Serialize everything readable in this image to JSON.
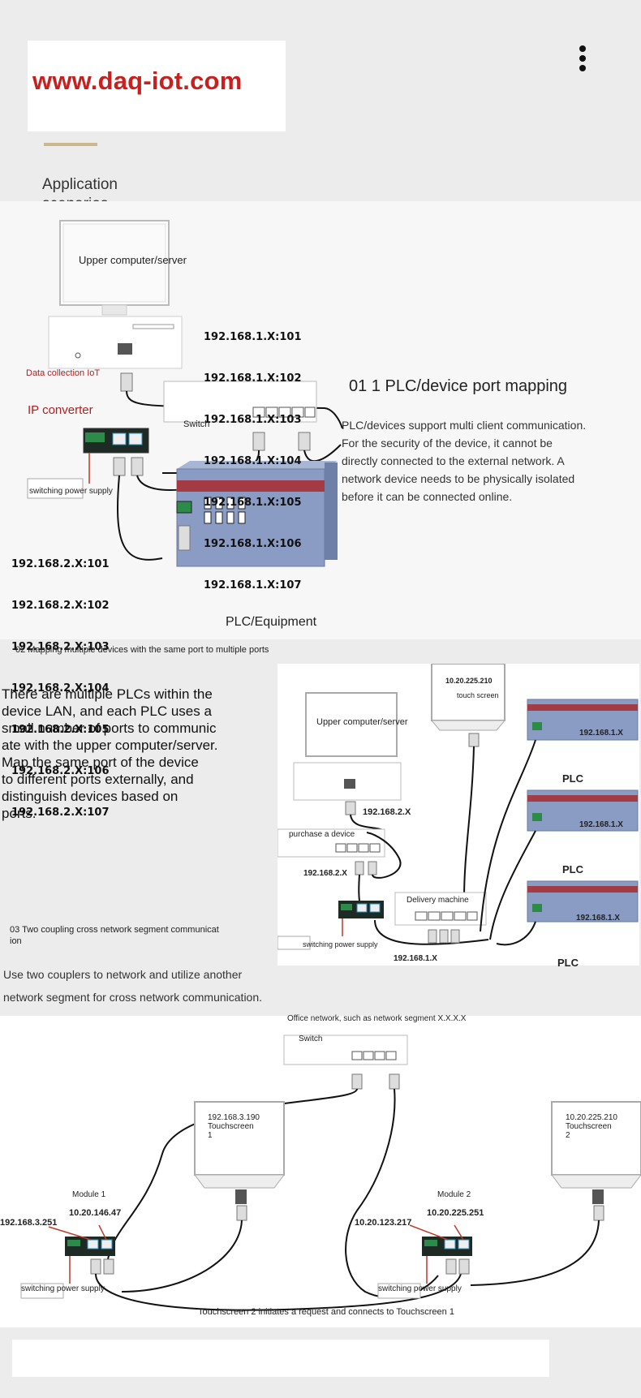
{
  "header": {
    "logo_text": "www.daq-iot.com",
    "menu_icon": "more-vert-icon",
    "section_title_line1": "Application",
    "section_title_line2": "scenarios"
  },
  "scene1": {
    "upper_computer": "Upper computer/server",
    "data_collection": "Data collection IoT",
    "ip_converter": "IP converter",
    "switch": "Switch",
    "power_supply": "switching power supply",
    "plc_equipment": "PLC/Equipment",
    "ports_top": [
      "192.168.1.X:101",
      "192.168.1.X:102",
      "192.168.1.X:103",
      "192.168.1.X:104",
      "192.168.1.X:105",
      "192.168.1.X:106",
      "192.168.1.X:107"
    ],
    "ports_bottom": [
      "192.168.2.X:101",
      "192.168.2.X:102",
      "192.168.2.X:103",
      "192.168.2.X:104",
      "192.168.2.X:105",
      "192.168.2.X:106",
      "192.168.2.X:107"
    ],
    "heading": "01 1 PLC/device port mapping",
    "description": [
      "PLC/devices support multi client communication.",
      "For the security of the device, it cannot be",
      "directly connected to the external network. A",
      "network device needs to be physically isolated",
      "before it can be connected online."
    ]
  },
  "scene2": {
    "heading": "02 Mapping multiple devices with the same port to multiple ports",
    "description": [
      "There are multiple PLCs within the",
      "device LAN, and each PLC uses a",
      "small number of ports to communic",
      "ate with the upper computer/server.",
      "  Map the same port of the device",
      "to different ports externally, and",
      "distinguish devices based on",
      "ports."
    ],
    "touch_ip": "10.20.225.210",
    "touch_screen": "touch screen",
    "upper_computer": "Upper computer/server",
    "ip_2x": "192.168.2.X",
    "purchase": "purchase a device",
    "ip_2x_b": "192.168.2.X",
    "delivery": "Delivery machine",
    "power_supply": "switching power supply",
    "ip_1x": "192.168.1.X",
    "plc_ip": "192.168.1.X",
    "plc_label": "PLC"
  },
  "scene3": {
    "heading_line1": "03 Two coupling cross network segment communicat",
    "heading_line2": "ion",
    "description": [
      "Use two couplers to network and utilize another",
      "network segment for cross network communication."
    ],
    "office": "Office network, such as network segment X.X.X.X",
    "switch": "Switch",
    "ts1_ip": "192.168.3.190",
    "ts1_name": "Touchscreen",
    "ts1_num": "1",
    "ts2_ip": "10.20.225.210",
    "ts2_name": "Touchscreen",
    "ts2_num": "2",
    "module1": "Module 1",
    "module2": "Module 2",
    "m1_left_ip": "192.168.3.251",
    "m1_right_ip": "10.20.146.47",
    "m2_left_ip": "10.20.123.217",
    "m2_right_ip": "10.20.225.251",
    "power_supply": "switching power supply",
    "caption": "Touchscreen 2 initiates a request and connects to Touchscreen 1"
  }
}
